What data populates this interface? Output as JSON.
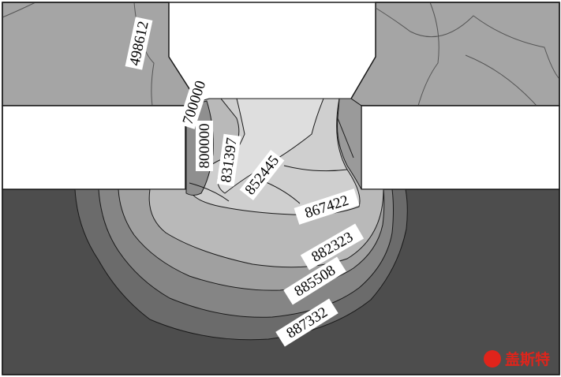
{
  "contour_labels": [
    {
      "value": "498612"
    },
    {
      "value": "700000"
    },
    {
      "value": "800000"
    },
    {
      "value": "831397"
    },
    {
      "value": "852445"
    },
    {
      "value": "867422"
    },
    {
      "value": "882323"
    },
    {
      "value": "885508"
    },
    {
      "value": "887332"
    }
  ],
  "watermark": {
    "text": "盖斯特"
  },
  "colors": {
    "upper_plate": "#a5a5a5",
    "lower_plate": "#4d4d4d",
    "background": "#ffffff",
    "outline": "#1a1a1a",
    "watermark": "#e0241b"
  }
}
